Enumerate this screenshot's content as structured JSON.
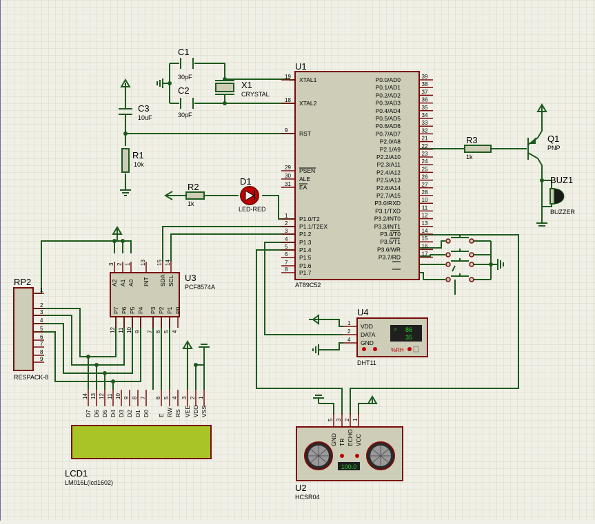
{
  "colors": {
    "background": "#f0f0e6",
    "grid": "#d9d9cc",
    "wire": "#1d5a1d",
    "body": "#cdcdb8",
    "outline": "#7a0b0b",
    "pin": "#7a0b0b",
    "text": "#000000",
    "lcd_screen": "#a8c426",
    "led": "#c00000",
    "display_bg": "#1f1f1f",
    "display_text": "#2bd52b"
  },
  "icons": [
    "ground-icon",
    "power-arrow-icon",
    "crystal-icon",
    "capacitor-icon",
    "resistor-icon",
    "led-icon",
    "transistor-icon",
    "buzzer-icon",
    "button-icon"
  ],
  "crystal": {
    "ref": "X1",
    "value": "CRYSTAL"
  },
  "c1": {
    "ref": "C1",
    "value": "30pF"
  },
  "c2": {
    "ref": "C2",
    "value": "30pF"
  },
  "c3": {
    "ref": "C3",
    "value": "10uF"
  },
  "r1": {
    "ref": "R1",
    "value": "10k"
  },
  "r2": {
    "ref": "R2",
    "value": "1k"
  },
  "r3": {
    "ref": "R3",
    "value": "1k"
  },
  "d1": {
    "ref": "D1",
    "value": "LED-RED"
  },
  "q1": {
    "ref": "Q1",
    "value": "PNP"
  },
  "buz1": {
    "ref": "BUZ1",
    "value": "BUZZER"
  },
  "mcu": {
    "ref": "U1",
    "part": "AT89C52",
    "left_pins": [
      {
        "name": "XTAL1",
        "num": "19"
      },
      {
        "name": "XTAL2",
        "num": "18"
      },
      {
        "name": "RST",
        "num": "9"
      },
      {
        "name": "PSEN",
        "num": "29"
      },
      {
        "name": "ALE",
        "num": "30"
      },
      {
        "name": "EA",
        "num": "31"
      },
      {
        "name": "P1.0/T2",
        "num": "1"
      },
      {
        "name": "P1.1/T2EX",
        "num": "2"
      },
      {
        "name": "P1.2",
        "num": "3"
      },
      {
        "name": "P1.3",
        "num": "4"
      },
      {
        "name": "P1.4",
        "num": "5"
      },
      {
        "name": "P1.5",
        "num": "6"
      },
      {
        "name": "P1.6",
        "num": "7"
      },
      {
        "name": "P1.7",
        "num": "8"
      }
    ],
    "right_pins": [
      {
        "name": "P0.0/AD0",
        "num": "39"
      },
      {
        "name": "P0.1/AD1",
        "num": "38"
      },
      {
        "name": "P0.2/AD2",
        "num": "37"
      },
      {
        "name": "P0.3/AD3",
        "num": "36"
      },
      {
        "name": "P0.4/AD4",
        "num": "35"
      },
      {
        "name": "P0.5/AD5",
        "num": "34"
      },
      {
        "name": "P0.6/AD6",
        "num": "33"
      },
      {
        "name": "P0.7/AD7",
        "num": "32"
      },
      {
        "name": "P2.0/A8",
        "num": "21"
      },
      {
        "name": "P2.1/A9",
        "num": "22"
      },
      {
        "name": "P2.2/A10",
        "num": "23"
      },
      {
        "name": "P2.3/A11",
        "num": "24"
      },
      {
        "name": "P2.4/A12",
        "num": "25"
      },
      {
        "name": "P2.5/A13",
        "num": "26"
      },
      {
        "name": "P2.6/A14",
        "num": "27"
      },
      {
        "name": "P2.7/A15",
        "num": "28"
      },
      {
        "name": "P3.0/RXD",
        "num": "10"
      },
      {
        "name": "P3.1/TXD",
        "num": "11"
      },
      {
        "name": "P3.2/INT0",
        "num": "12"
      },
      {
        "name": "P3.3/INT1",
        "num": "13"
      },
      {
        "name": "P3.4/T0",
        "num": "14"
      },
      {
        "name": "P3.5/T1",
        "num": "15"
      },
      {
        "name": "P3.6/WR",
        "num": "16"
      },
      {
        "name": "P3.7/RD",
        "num": "17"
      }
    ]
  },
  "expander": {
    "ref": "U3",
    "part": "PCF8574A",
    "top_pins": [
      {
        "name": "A2",
        "num": "3"
      },
      {
        "name": "A1",
        "num": "2"
      },
      {
        "name": "A0",
        "num": "1"
      },
      {
        "name": "INT",
        "num": "13"
      },
      {
        "name": "SDA",
        "num": "15"
      },
      {
        "name": "SCL",
        "num": "14"
      }
    ],
    "bottom_pins": [
      {
        "name": "P7",
        "num": "12"
      },
      {
        "name": "P6",
        "num": "11"
      },
      {
        "name": "P5",
        "num": "10"
      },
      {
        "name": "P4",
        "num": "9"
      },
      {
        "name": "P3",
        "num": "7"
      },
      {
        "name": "P2",
        "num": "6"
      },
      {
        "name": "P1",
        "num": "5"
      },
      {
        "name": "P0",
        "num": "4"
      }
    ]
  },
  "rp2": {
    "ref": "RP2",
    "part": "RESPACK-8",
    "pins": [
      "1",
      "2",
      "3",
      "4",
      "5",
      "6",
      "7",
      "8",
      "9"
    ]
  },
  "lcd": {
    "ref": "LCD1",
    "part": "LM016L(lcd1602)",
    "pins": [
      {
        "name": "D7",
        "num": "14"
      },
      {
        "name": "D6",
        "num": "13"
      },
      {
        "name": "D5",
        "num": "12"
      },
      {
        "name": "D4",
        "num": "11"
      },
      {
        "name": "D3",
        "num": "10"
      },
      {
        "name": "D2",
        "num": "9"
      },
      {
        "name": "D1",
        "num": "8"
      },
      {
        "name": "D0",
        "num": "7"
      },
      {
        "name": "E",
        "num": "6"
      },
      {
        "name": "RW",
        "num": "5"
      },
      {
        "name": "RS",
        "num": "4"
      },
      {
        "name": "VEE",
        "num": "3"
      },
      {
        "name": "VDD",
        "num": "2"
      },
      {
        "name": "VSS",
        "num": "1"
      }
    ]
  },
  "dht": {
    "ref": "U4",
    "part": "DHT11",
    "pins": [
      {
        "name": "VDD",
        "num": "1"
      },
      {
        "name": "DATA",
        "num": "2"
      },
      {
        "name": "GND",
        "num": "4"
      }
    ],
    "reading_top": "86",
    "reading_bottom": "35",
    "unit": "%RH"
  },
  "sonar": {
    "ref": "U2",
    "part": "HCSR04",
    "pins": [
      {
        "name": "GND",
        "num": "5"
      },
      {
        "name": "TR",
        "num": "3"
      },
      {
        "name": "ECHO",
        "num": "2"
      },
      {
        "name": "VCC",
        "num": "1"
      }
    ],
    "reading": "100.0"
  }
}
